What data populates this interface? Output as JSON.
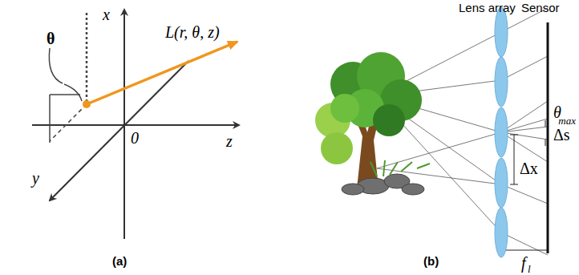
{
  "diagram": {
    "labels": [
      "x",
      "y",
      "z",
      "0",
      "θ",
      "L(r, θ, z)",
      "(a)",
      "Lens array",
      "Sensor",
      "θ",
      "max",
      "Δs",
      "Δx",
      "f",
      "l",
      "(b)"
    ]
  }
}
